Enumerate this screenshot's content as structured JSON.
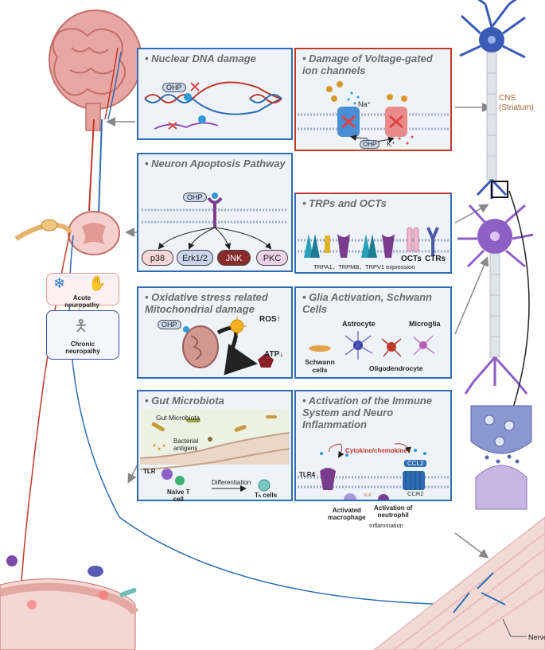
{
  "panels": {
    "nuclear_dna": {
      "title": "• Nuclear DNA damage",
      "ohp": "OHP"
    },
    "voltage": {
      "title": "• Damage of Voltage-gated\nion channels",
      "na": "Na⁺",
      "k": "K⁺",
      "ohp": "OHP"
    },
    "apoptosis": {
      "title": "• Neuron Apoptosis Pathway",
      "ohp": "OHP",
      "kinases": [
        "p38",
        "Erk1/2",
        "JNK",
        "PKC"
      ]
    },
    "trps": {
      "title": "• TRPs and OCTs",
      "octs": "OCTs",
      "ctrs": "CTRs",
      "caption": "TRPA1、TRPMB、TRPV1 expression"
    },
    "oxidative": {
      "title": "• Oxidative stress related\nMitochondrial damage",
      "ohp": "OHP",
      "ros": "ROS↑",
      "atp": "ATP↓"
    },
    "glia": {
      "title": "• Glia Activation, Schwann\nCells",
      "astrocyte": "Astrocyte",
      "microglia": "Microglia",
      "schwann": "Schwann\ncells",
      "oligodendrocyte": "Oligodendrocyte"
    },
    "gut": {
      "title": "• Gut Microbiota",
      "gut_microbiota": "Gut Microbiota",
      "bacterial": "Bacterial\nantigens",
      "tlr": "TLR",
      "naive": "Naive T\ncell",
      "differentiation": "Differentiation",
      "th": "Tₕ cells"
    },
    "immune": {
      "title": "• Activation of the Immune\nSystem and Neuro\nInflammation",
      "cytokine": "Cytokine/chemokine↑",
      "ccl2": "CCL2",
      "tlr4": "TLR4",
      "activated_macrophage": "Activated\nmacrophage",
      "activation_neutrophil": "Activation of\nneutrophil",
      "ccr2": "CCR2",
      "inflammation": "Inflammation",
      "il": "IL-6"
    }
  },
  "side": {
    "acute": "Acute\nneuropathy",
    "chronic": "Chronic\nneuropathy",
    "cns": "CNS\n(Striatum)",
    "nerves": "Nerves"
  },
  "colors": {
    "blue_border": "#2e6db4",
    "red_border": "#c0392b",
    "panel_bg": "#eef3fa"
  }
}
